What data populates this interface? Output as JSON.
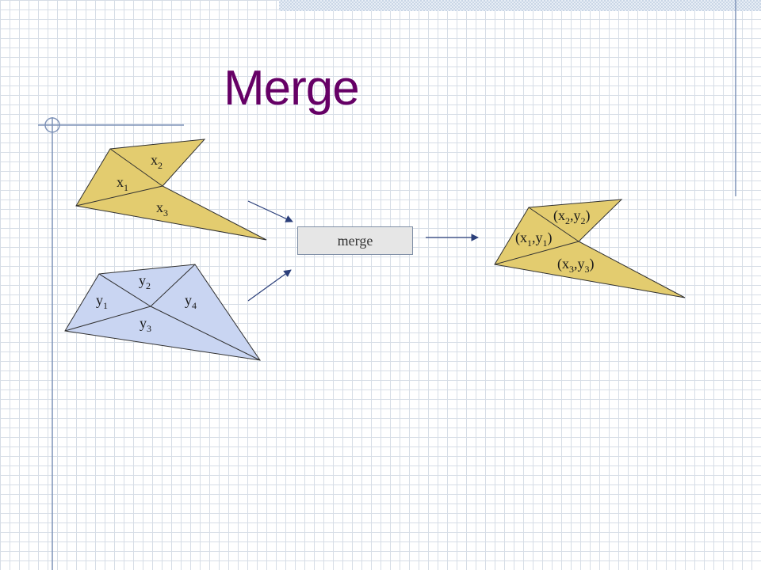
{
  "slide": {
    "title": "Merge"
  },
  "mesh_x": {
    "fill": "#e3cc6f",
    "labels": [
      {
        "base": "x",
        "sub": "1"
      },
      {
        "base": "x",
        "sub": "2"
      },
      {
        "base": "x",
        "sub": "3"
      }
    ]
  },
  "mesh_y": {
    "fill": "#c9d5f2",
    "labels": [
      {
        "base": "y",
        "sub": "1"
      },
      {
        "base": "y",
        "sub": "2"
      },
      {
        "base": "y",
        "sub": "3"
      },
      {
        "base": "y",
        "sub": "4"
      }
    ]
  },
  "merge_box": {
    "label": "merge"
  },
  "mesh_merged": {
    "fill": "#e3cc6f",
    "labels": [
      {
        "open": "(",
        "a": "x",
        "a_sub": "2",
        "sep": ",",
        "b": "y",
        "b_sub": "2",
        "close": ")"
      },
      {
        "open": "(",
        "a": "x",
        "a_sub": "1",
        "sep": ",",
        "b": "y",
        "b_sub": "1",
        "close": ")"
      },
      {
        "open": "(",
        "a": "x",
        "a_sub": "3",
        "sep": ",",
        "b": "y",
        "b_sub": "3",
        "close": ")"
      }
    ]
  }
}
